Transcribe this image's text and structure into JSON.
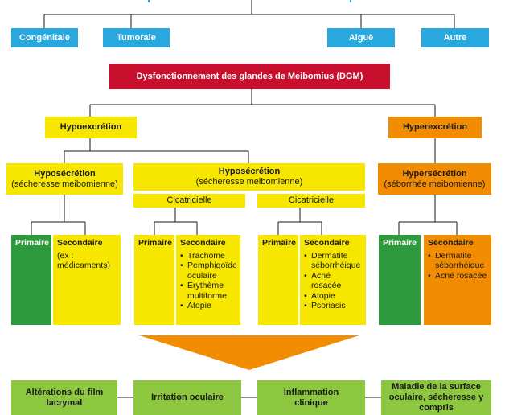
{
  "causes": {
    "congenitale": "Congénitale",
    "tumorale": "Tumorale",
    "aigue": "Aiguë",
    "autre": "Autre"
  },
  "dgm": "Dysfonctionnement des glandes de Meibomius (DGM)",
  "hypoexcretion": "Hypoexcrétion",
  "hyperexcretion": "Hyperexcrétion",
  "hyposecretion1": {
    "title": "Hyposécrétion",
    "subtitle": "(sécheresse meibomienne)"
  },
  "hyposecretion2": {
    "title": "Hyposécrétion",
    "subtitle": "(sécheresse meibomienne)"
  },
  "hypersecretion": {
    "title": "Hypersécrétion",
    "subtitle": "(séborrhée meibomienne)"
  },
  "cicatricielle1": "Cicatricielle",
  "cicatricielle2": "Cicatricielle",
  "group1": {
    "primaire": "Primaire",
    "secondaire": "Secondaire",
    "secondaire_text": "(ex : médicaments)"
  },
  "group2": {
    "primaire": "Primaire",
    "secondaire": "Secondaire",
    "items": [
      "Trachome",
      "Pemphigoïde oculaire",
      "Erythème multiforme",
      "Atopie"
    ]
  },
  "group3": {
    "primaire": "Primaire",
    "secondaire": "Secondaire",
    "items": [
      "Dermatite séborrhéique",
      "Acné rosacée",
      "Atopie",
      "Psoriasis"
    ]
  },
  "group4": {
    "primaire": "Primaire",
    "secondaire": "Secondaire",
    "items": [
      "Dermatite séborrhéique",
      "Acné rosacée"
    ]
  },
  "outcomes": {
    "alterations": "Altérations du film lacrymal",
    "irritation": "Irritation oculaire",
    "inflammation": "Inflammation clinique",
    "maladie": "Maladie de la surface oculaire, sécheresse y compris"
  },
  "colors": {
    "blue": "#29a8df",
    "red": "#c8102e",
    "yellow": "#f7e600",
    "orange": "#f28c00",
    "green": "#2e9a3e",
    "lime": "#8dc63f"
  }
}
